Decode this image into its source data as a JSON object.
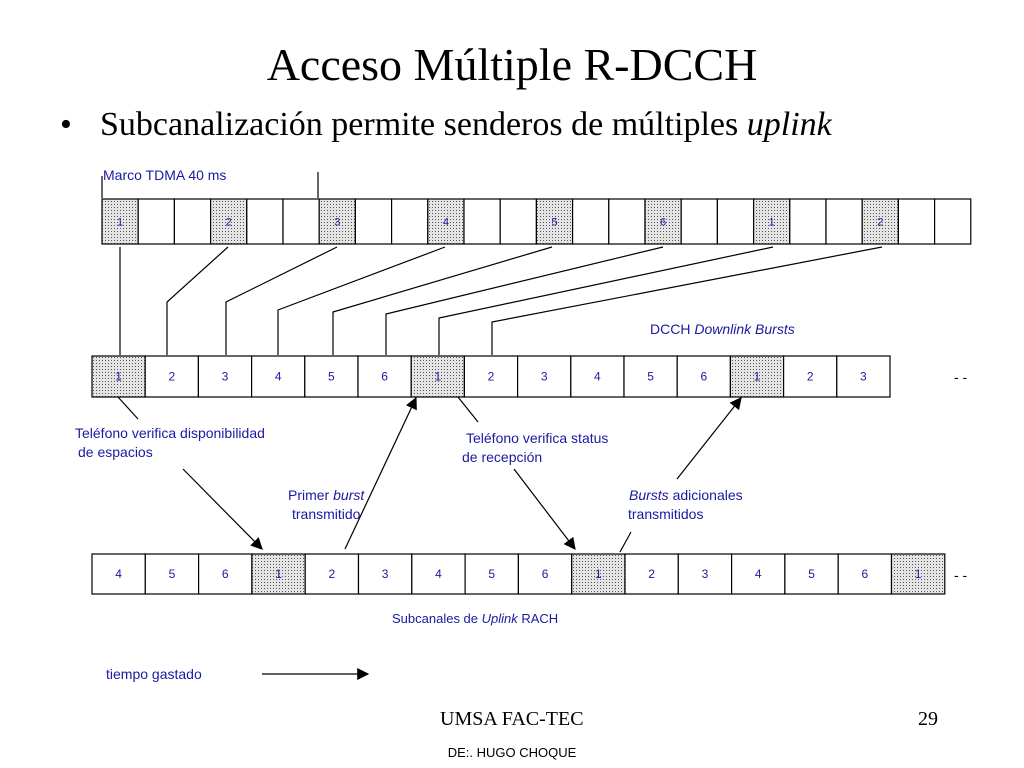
{
  "slide": {
    "title": "Acceso Múltiple R-DCCH",
    "bullet_symbol": "•",
    "bullet_text_prefix": "Subcanalización permite senderos de múltiples ",
    "bullet_text_italic": "uplink"
  },
  "frame_label": "Marco TDMA  40 ms",
  "tdma_slots": [
    "1",
    "",
    "",
    "2",
    "",
    "",
    "3",
    "",
    "",
    "4",
    "",
    "",
    "5",
    "",
    "",
    "6",
    "",
    "",
    "1",
    "",
    "",
    "2",
    "",
    ""
  ],
  "downlink": {
    "label_prefix": "DCCH ",
    "label_italic": "Downlink Bursts",
    "slots": [
      "1",
      "2",
      "3",
      "4",
      "5",
      "6",
      "1",
      "2",
      "3",
      "4",
      "5",
      "6",
      "1",
      "2",
      "3"
    ],
    "shaded": [
      0,
      6,
      12
    ],
    "continuation": "- -"
  },
  "uplink": {
    "label_prefix": "Subcanales de ",
    "label_italic": "Uplink",
    "label_suffix": " RACH",
    "slots": [
      "4",
      "5",
      "6",
      "1",
      "2",
      "3",
      "4",
      "5",
      "6",
      "1",
      "2",
      "3",
      "4",
      "5",
      "6",
      "1"
    ],
    "shaded": [
      3,
      9,
      15
    ],
    "continuation": "- -"
  },
  "annotations": {
    "availability_line1": "Teléfono verifica disponibilidad",
    "availability_line2": "de espacios",
    "status_line1": "Teléfono verifica status",
    "status_line2": "de recepción",
    "first_burst_prefix": "Primer ",
    "first_burst_italic": "burst",
    "first_burst_line2": "transmitido",
    "additional_italic": "Bursts",
    "additional_suffix": " adicionales",
    "additional_line2": "transmitidos"
  },
  "time_label": "tiempo gastado",
  "footer": {
    "left": "UMSA FAC-TEC",
    "page": "29",
    "credit": "DE:. HUGO CHOQUE"
  },
  "colors": {
    "text": "#000000",
    "label_blue": "#1a1aa0",
    "shade": "#c8c8c8"
  }
}
